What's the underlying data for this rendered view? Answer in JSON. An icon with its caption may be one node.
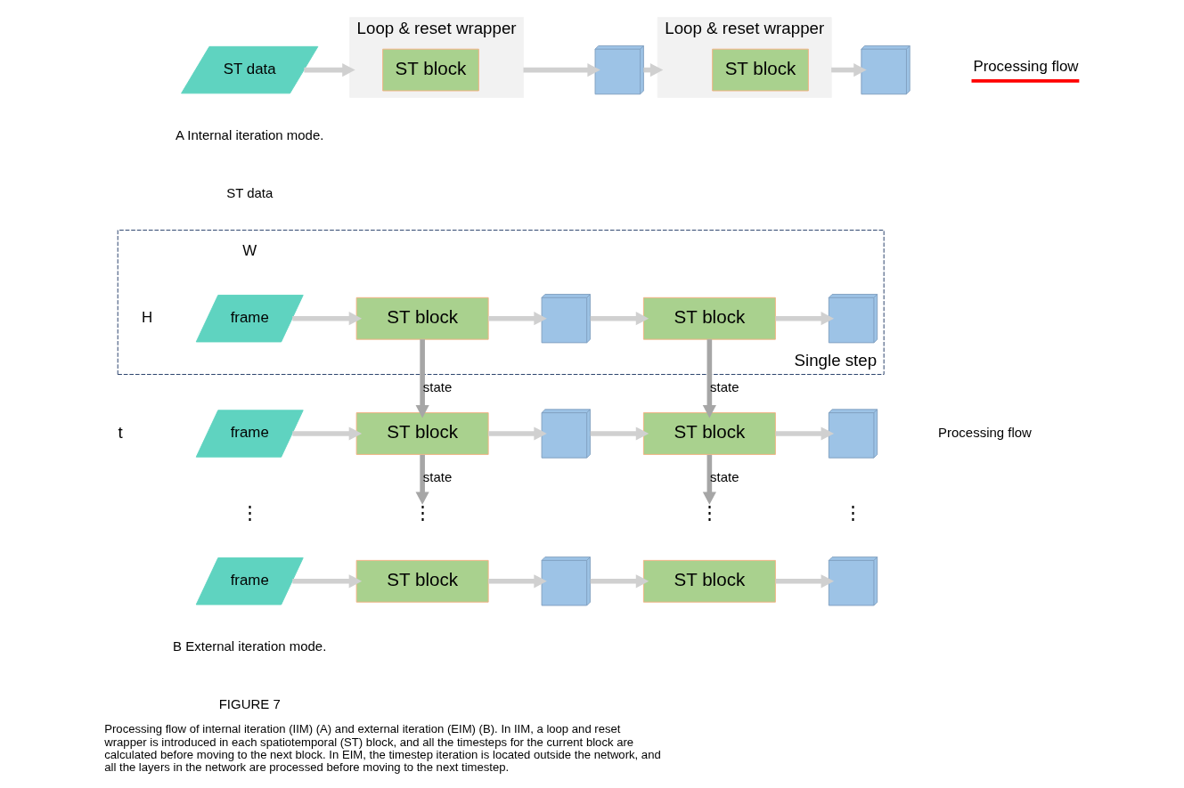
{
  "diagram": {
    "caption": "Processing flow of internal iteration (IIM) (A) and external iteration (EIM) (B). In IIM, a loop and reset wrapper is introduced in each spatiotemporal (ST) block, and all the timesteps for the current block are calculated before moving to the next block. In EIM, the timestep iteration is located outside the network, and all the layers in the network are processed before moving to the next timestep.",
    "nodes": [
      {
        "text": [
          "ST data"
        ]
      },
      {
        "text": [
          "Loop & reset wrapper"
        ]
      },
      {
        "text": [
          "ST block"
        ],
        "in": 1
      },
      {
        "text": [],
        "shape": "cube"
      },
      {
        "text": [
          "Loop & reset wrapper"
        ]
      },
      {
        "text": [
          "ST block"
        ],
        "in": 4
      },
      {
        "text": [],
        "shape": "cube"
      },
      {
        "text": [
          "Single step"
        ]
      },
      {
        "text": [
          "frame"
        ],
        "in": 7
      },
      {
        "text": [
          "ST block"
        ],
        "in": 7
      },
      {
        "text": [],
        "shape": "cube",
        "in": 7
      },
      {
        "text": [
          "ST block"
        ],
        "in": 7
      },
      {
        "text": [],
        "shape": "cube",
        "in": 7
      },
      {
        "text": [
          "frame"
        ]
      },
      {
        "text": [
          "ST block"
        ]
      },
      {
        "text": [],
        "shape": "cube"
      },
      {
        "text": [
          "ST block"
        ]
      },
      {
        "text": [],
        "shape": "cube"
      },
      {
        "text": [
          "⋮"
        ]
      },
      {
        "text": [
          "⋮"
        ]
      },
      {
        "text": [
          "⋮"
        ]
      },
      {
        "text": [
          "⋮"
        ]
      },
      {
        "text": [
          "frame"
        ]
      },
      {
        "text": [
          "ST block"
        ]
      },
      {
        "text": [],
        "shape": "cube"
      },
      {
        "text": [
          "ST block"
        ]
      },
      {
        "text": [],
        "shape": "cube"
      }
    ],
    "edges": [
      {
        "from": 0,
        "to": 1,
        "arrow": "to"
      },
      {
        "from": 1,
        "to": 3,
        "arrow": "to"
      },
      {
        "from": 3,
        "to": 4,
        "arrow": "to"
      },
      {
        "from": 4,
        "to": 6,
        "arrow": "to"
      },
      {
        "from": 8,
        "to": 9,
        "arrow": "to"
      },
      {
        "from": 9,
        "to": 10,
        "arrow": "to"
      },
      {
        "from": 10,
        "to": 11,
        "arrow": "to"
      },
      {
        "from": 11,
        "to": 12,
        "arrow": "to"
      },
      {
        "from": 9,
        "to": 14,
        "arrow": "to",
        "label": "state",
        "color": "#a6a6a6"
      },
      {
        "from": 11,
        "to": 16,
        "arrow": "to",
        "label": "state",
        "color": "#a6a6a6"
      },
      {
        "from": 13,
        "to": 14,
        "arrow": "to"
      },
      {
        "from": 14,
        "to": 15,
        "arrow": "to"
      },
      {
        "from": 15,
        "to": 16,
        "arrow": "to"
      },
      {
        "from": 16,
        "to": 17,
        "arrow": "to"
      },
      {
        "from": 14,
        "to": 19,
        "arrow": "to",
        "label": "state",
        "color": "#a6a6a6"
      },
      {
        "from": 16,
        "to": 20,
        "arrow": "to",
        "label": "state",
        "color": "#a6a6a6"
      },
      {
        "from": 22,
        "to": 23,
        "arrow": "to"
      },
      {
        "from": 23,
        "to": 24,
        "arrow": "to"
      },
      {
        "from": 24,
        "to": 25,
        "arrow": "to"
      },
      {
        "from": 25,
        "to": 26,
        "arrow": "to"
      }
    ],
    "labels": [
      "A Internal iteration mode.",
      "ST data",
      "W",
      "H",
      "t",
      "Processing flow",
      "B External iteration mode.",
      "FIGURE 7"
    ],
    "legend": [
      {
        "text": "Processing flow"
      }
    ]
  }
}
